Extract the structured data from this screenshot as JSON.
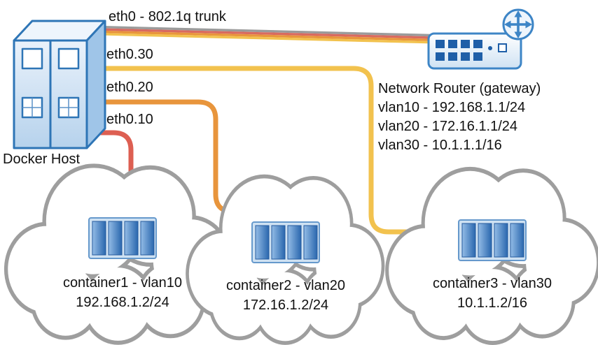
{
  "palette": {
    "cloud_outline": "#9e9e9e",
    "icon_blue": "#2e75b6",
    "icon_blue_dark": "#1f5fa8",
    "text": "#111111"
  },
  "diagram": {
    "host": {
      "label": "Docker Host"
    },
    "links": {
      "trunk": {
        "label": "eth0 - 802.1q trunk",
        "colors": [
          "#9b9b9b",
          "#d96a5f",
          "#e8953c",
          "#f2c24e"
        ]
      },
      "eth030": {
        "label": "eth0.30",
        "color": "#f2c24e"
      },
      "eth020": {
        "label": "eth0.20",
        "color": "#e8953c"
      },
      "eth010": {
        "label": "eth0.10",
        "color": "#dd5f52"
      }
    },
    "router": {
      "title": "Network Router (gateway)",
      "vlans": [
        "vlan10 - 192.168.1.1/24",
        "vlan20 - 172.16.1.1/24",
        "vlan30 - 10.1.1.1/16"
      ]
    },
    "containers": [
      {
        "name": "container1 - vlan10",
        "ip": "192.168.1.2/24"
      },
      {
        "name": "container2 - vlan20",
        "ip": "172.16.1.2/24"
      },
      {
        "name": "container3 - vlan30",
        "ip": "10.1.1.2/16"
      }
    ]
  }
}
